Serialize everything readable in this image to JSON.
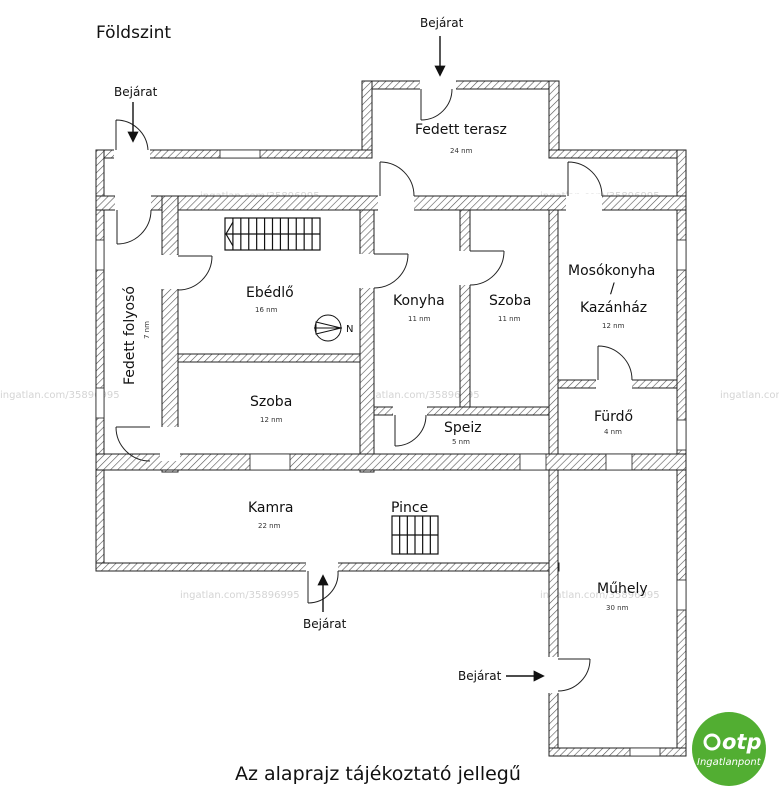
{
  "floor": {
    "title": "Földszint"
  },
  "note": "Az alaprajz tájékoztató jellegű",
  "watermark": "ingatlan.com/35896995",
  "entrances": {
    "top": "Bejárat",
    "left": "Bejárat",
    "bottom": "Bejárat",
    "right": "Bejárat"
  },
  "rooms": {
    "terasz": {
      "name": "Fedett terasz",
      "area": "24 nm"
    },
    "folyoso": {
      "name": "Fedett folyosó",
      "area": "7 nm"
    },
    "ebedlo": {
      "name": "Ebédlő",
      "area": "16 nm"
    },
    "konyha": {
      "name": "Konyha",
      "area": "11 nm"
    },
    "szoba1": {
      "name": "Szoba",
      "area": "11 nm"
    },
    "moso": {
      "name1": "Mosókonyha",
      "name2": "/",
      "name3": "Kazánház",
      "area": "12 nm"
    },
    "szoba2": {
      "name": "Szoba",
      "area": "12 nm"
    },
    "speiz": {
      "name": "Speiz",
      "area": "5 nm"
    },
    "furdo": {
      "name": "Fürdő",
      "area": "4 nm"
    },
    "kamra": {
      "name": "Kamra",
      "area": "22 nm"
    },
    "pince": {
      "name": "Pince"
    },
    "muhely": {
      "name": "Műhely",
      "area": "30 nm"
    }
  },
  "compass": {
    "label": "N"
  },
  "logo": {
    "brand": "otp",
    "sub": "Ingatlanpont",
    "color": "#52ae32"
  }
}
